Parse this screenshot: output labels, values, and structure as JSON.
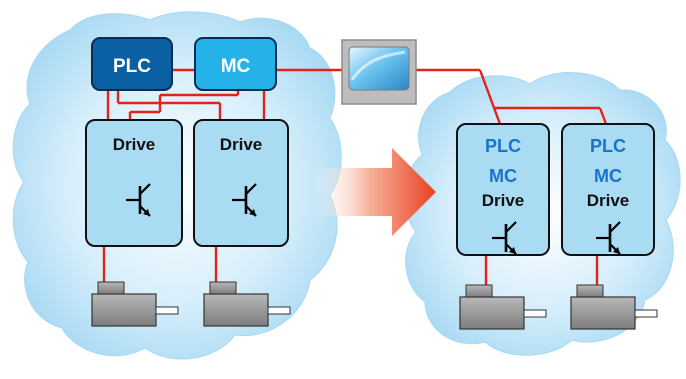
{
  "colors": {
    "plc_box": "#0b5fa3",
    "mc_box": "#25b2e8",
    "link": "#e2231a",
    "drive_fill": "#a9dbf2",
    "integrated_text": "#1a73c9",
    "arrow": "#f0583a"
  },
  "left_system": {
    "plc_label": "PLC",
    "mc_label": "MC",
    "drives": [
      {
        "label": "Drive",
        "icon": "transistor-icon"
      },
      {
        "label": "Drive",
        "icon": "transistor-icon"
      }
    ],
    "motors": 2
  },
  "hmi": {
    "icon": "hmi-screen-icon"
  },
  "transition": {
    "icon": "right-arrow-icon"
  },
  "right_system": {
    "drives": [
      {
        "plc_label": "PLC",
        "mc_label": "MC",
        "label": "Drive",
        "icon": "transistor-icon"
      },
      {
        "plc_label": "PLC",
        "mc_label": "MC",
        "label": "Drive",
        "icon": "transistor-icon"
      }
    ],
    "motors": 2
  }
}
